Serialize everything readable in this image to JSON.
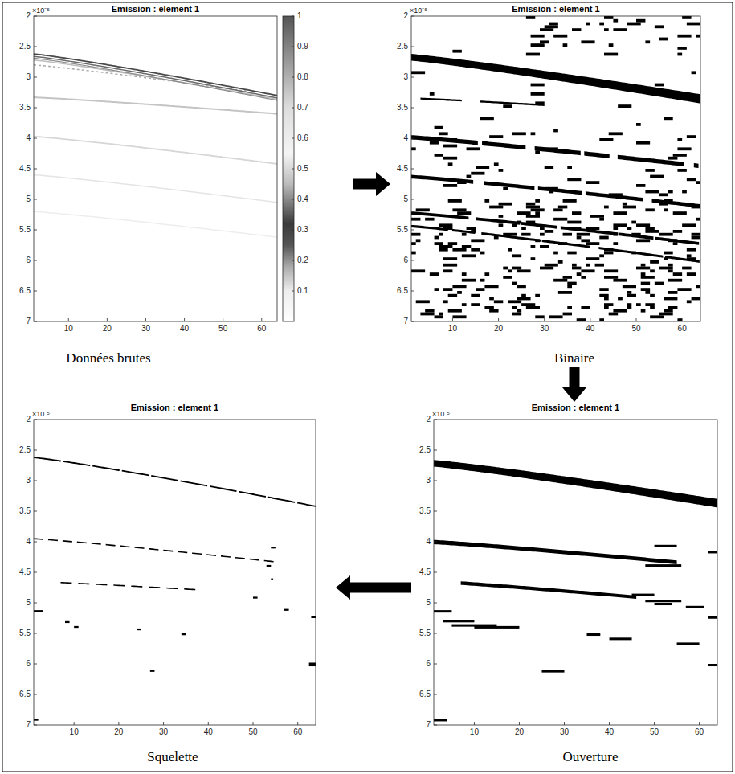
{
  "diagram": {
    "nodes": [
      {
        "text": [
          "Emission : element 1",
          "Données brutes"
        ]
      },
      {
        "text": [
          "Emission : element 1",
          "Binaire"
        ]
      },
      {
        "text": [
          "Emission : element 1",
          "Squelette"
        ]
      },
      {
        "text": [
          "Emission : element 1",
          "Ouverture"
        ]
      }
    ],
    "edges": [
      {
        "from": 0,
        "to": 1,
        "arrow": "to"
      },
      {
        "from": 1,
        "to": 3,
        "arrow": "to"
      },
      {
        "from": 3,
        "to": 2,
        "arrow": "to"
      }
    ],
    "labels": [
      "×10⁻⁵",
      "2",
      "2.5",
      "3",
      "3.5",
      "4",
      "4.5",
      "5",
      "5.5",
      "6",
      "6.5",
      "7",
      "10",
      "20",
      "30",
      "40",
      "50",
      "60",
      "1",
      "0.9",
      "0.8",
      "0.7",
      "0.6",
      "0.5",
      "0.4",
      "0.3",
      "0.2",
      "0.1",
      "×10⁻⁵",
      "2",
      "2.5",
      "3",
      "3.5",
      "4",
      "4.5",
      "5",
      "5.5",
      "6",
      "6.5",
      "7",
      "10",
      "20",
      "30",
      "40",
      "50",
      "60",
      "×10⁻⁵",
      "2",
      "2.5",
      "3",
      "3.5",
      "4",
      "4.5",
      "5",
      "5.5",
      "6",
      "6.5",
      "7",
      "10",
      "20",
      "30",
      "40",
      "50",
      "60",
      "×10⁻⁵",
      "2",
      "2.5",
      "3",
      "3.5",
      "4",
      "4.5",
      "5",
      "5.5",
      "6",
      "6.5",
      "7",
      "10",
      "20",
      "30",
      "40",
      "50",
      "60"
    ]
  }
}
